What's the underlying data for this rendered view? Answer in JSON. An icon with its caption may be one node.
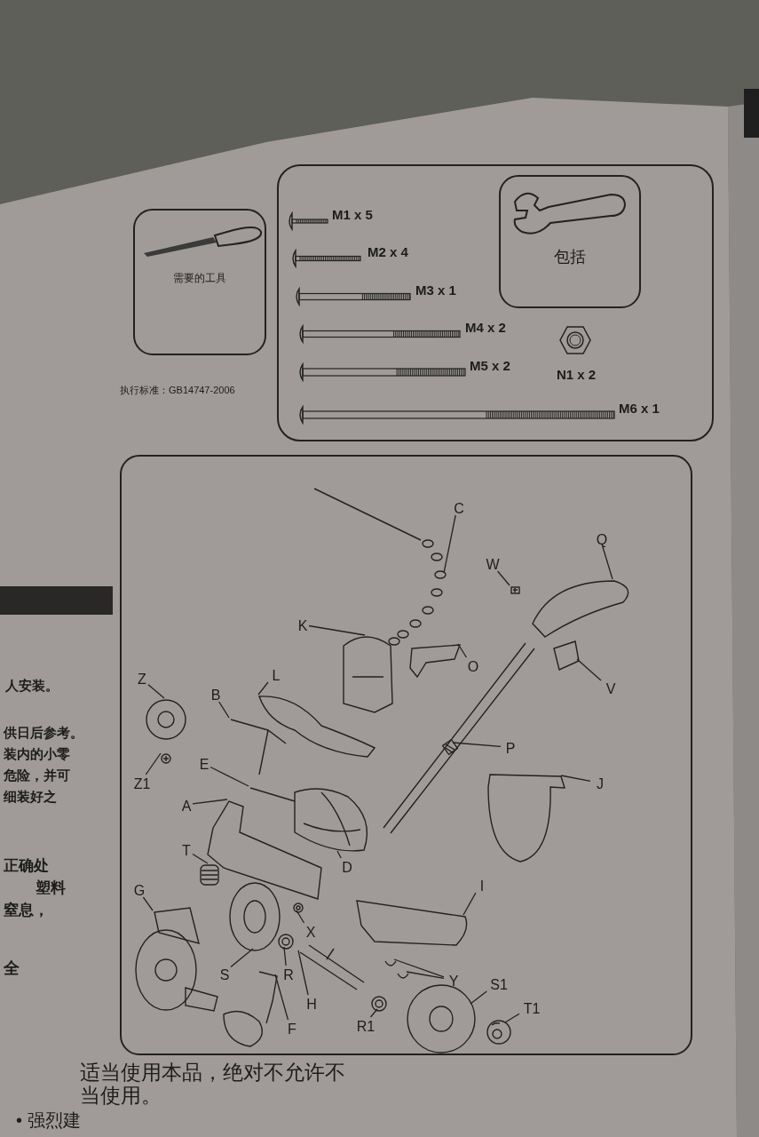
{
  "diagram": {
    "nodes": [
      {
        "text": [
          "需要的工具"
        ]
      },
      {
        "text": [
          "M1 x 5",
          "M2 x 4",
          "M3 x 1",
          "M4 x 2",
          "M5 x 2",
          "N1 x 2",
          "M6 x 1"
        ]
      },
      {
        "text": [
          "包括"
        ],
        "in": 1
      },
      {
        "text": [],
        "shape": "box"
      },
      {
        "text": [
          "C"
        ],
        "in": 3
      },
      {
        "text": [
          "Q"
        ],
        "in": 3
      },
      {
        "text": [
          "W"
        ],
        "in": 3
      },
      {
        "text": [
          "K"
        ],
        "in": 3
      },
      {
        "text": [
          "O"
        ],
        "in": 3
      },
      {
        "text": [
          "V"
        ],
        "in": 3
      },
      {
        "text": [
          "Z"
        ],
        "in": 3
      },
      {
        "text": [
          "L"
        ],
        "in": 3
      },
      {
        "text": [
          "B"
        ],
        "in": 3
      },
      {
        "text": [
          "Z1"
        ],
        "in": 3
      },
      {
        "text": [
          "E"
        ],
        "in": 3
      },
      {
        "text": [
          "P"
        ],
        "in": 3
      },
      {
        "text": [
          "J"
        ],
        "in": 3
      },
      {
        "text": [
          "A"
        ],
        "in": 3
      },
      {
        "text": [
          "D"
        ],
        "in": 3
      },
      {
        "text": [
          "T"
        ],
        "in": 3
      },
      {
        "text": [
          "G"
        ],
        "in": 3
      },
      {
        "text": [
          "X"
        ],
        "in": 3
      },
      {
        "text": [
          "I"
        ],
        "in": 3
      },
      {
        "text": [
          "S"
        ],
        "in": 3
      },
      {
        "text": [
          "R"
        ],
        "in": 3
      },
      {
        "text": [
          "H"
        ],
        "in": 3
      },
      {
        "text": [
          "Y"
        ],
        "in": 3
      },
      {
        "text": [
          "F"
        ],
        "in": 3
      },
      {
        "text": [
          "R1"
        ],
        "in": 3
      },
      {
        "text": [
          "S1"
        ],
        "in": 3
      },
      {
        "text": [
          "T1"
        ],
        "in": 3
      },
      {
        "text": [],
        "shape": "picture",
        "in": 3
      },
      {
        "text": [],
        "shape": "picture",
        "in": 3
      },
      {
        "text": [],
        "shape": "picture",
        "in": 3
      },
      {
        "text": [],
        "shape": "picture",
        "in": 3
      },
      {
        "text": [],
        "shape": "picture",
        "in": 3
      },
      {
        "text": [],
        "shape": "picture",
        "in": 3
      },
      {
        "text": [],
        "shape": "picture",
        "in": 3
      },
      {
        "text": [],
        "shape": "picture",
        "in": 3
      },
      {
        "text": [],
        "shape": "picture",
        "in": 3
      },
      {
        "text": [],
        "shape": "picture",
        "in": 3
      },
      {
        "text": [],
        "shape": "picture",
        "in": 3
      },
      {
        "text": [],
        "shape": "picture",
        "in": 3
      },
      {
        "text": [],
        "shape": "picture",
        "in": 3
      },
      {
        "text": [],
        "shape": "picture",
        "in": 3
      },
      {
        "text": [],
        "shape": "picture",
        "in": 3
      },
      {
        "text": [],
        "shape": "picture",
        "in": 3
      },
      {
        "text": [],
        "shape": "picture",
        "in": 3
      },
      {
        "text": [],
        "shape": "picture",
        "in": 3
      },
      {
        "text": [],
        "shape": "picture",
        "in": 3
      },
      {
        "text": [],
        "shape": "picture",
        "in": 3
      },
      {
        "text": [],
        "shape": "picture",
        "in": 3
      },
      {
        "text": [],
        "shape": "picture",
        "in": 3
      },
      {
        "text": [],
        "shape": "picture",
        "in": 3
      },
      {
        "text": [],
        "shape": "picture",
        "in": 3
      },
      {
        "text": [],
        "shape": "picture",
        "in": 3
      },
      {
        "text": [],
        "shape": "picture",
        "in": 3
      },
      {
        "text": [],
        "shape": "picture",
        "in": 3
      },
      {
        "text": [],
        "shape": "picture",
        "in": 3
      }
    ],
    "edges": [
      {
        "from": 4,
        "to": 31,
        "arrow": "none"
      },
      {
        "from": 5,
        "to": 32,
        "arrow": "none"
      },
      {
        "from": 6,
        "to": 33,
        "arrow": "none"
      },
      {
        "from": 7,
        "to": 34,
        "arrow": "none"
      },
      {
        "from": 8,
        "to": 35,
        "arrow": "none"
      },
      {
        "from": 9,
        "to": 36,
        "arrow": "none"
      },
      {
        "from": 10,
        "to": 37,
        "arrow": "none"
      },
      {
        "from": 11,
        "to": 38,
        "arrow": "none"
      },
      {
        "from": 12,
        "to": 39,
        "arrow": "none"
      },
      {
        "from": 13,
        "to": 40,
        "arrow": "none"
      },
      {
        "from": 14,
        "to": 41,
        "arrow": "none"
      },
      {
        "from": 15,
        "to": 42,
        "arrow": "none"
      },
      {
        "from": 16,
        "to": 43,
        "arrow": "none"
      },
      {
        "from": 17,
        "to": 44,
        "arrow": "none"
      },
      {
        "from": 18,
        "to": 45,
        "arrow": "none"
      },
      {
        "from": 19,
        "to": 46,
        "arrow": "none"
      },
      {
        "from": 20,
        "to": 47,
        "arrow": "none"
      },
      {
        "from": 21,
        "to": 48,
        "arrow": "none"
      },
      {
        "from": 22,
        "to": 49,
        "arrow": "none"
      },
      {
        "from": 23,
        "to": 50,
        "arrow": "none"
      },
      {
        "from": 24,
        "to": 51,
        "arrow": "none"
      },
      {
        "from": 25,
        "to": 52,
        "arrow": "none"
      },
      {
        "from": 26,
        "to": 53,
        "arrow": "none"
      },
      {
        "from": 26,
        "to": 54,
        "arrow": "none"
      },
      {
        "from": 27,
        "to": 55,
        "arrow": "none"
      },
      {
        "from": 28,
        "to": 56,
        "arrow": "none"
      },
      {
        "from": 29,
        "to": 57,
        "arrow": "none"
      },
      {
        "from": 30,
        "to": 58,
        "arrow": "none"
      }
    ],
    "labels": [
      "执行标准：GB14747-2006",
      "人安装。",
      "供日后参考。",
      "装内的小零",
      "危险，并可",
      "细装好之",
      "正确处",
      "塑料",
      "窒息，",
      "全",
      "适当使用本品，绝对不允许不当使用。",
      "• 强烈建"
    ]
  }
}
